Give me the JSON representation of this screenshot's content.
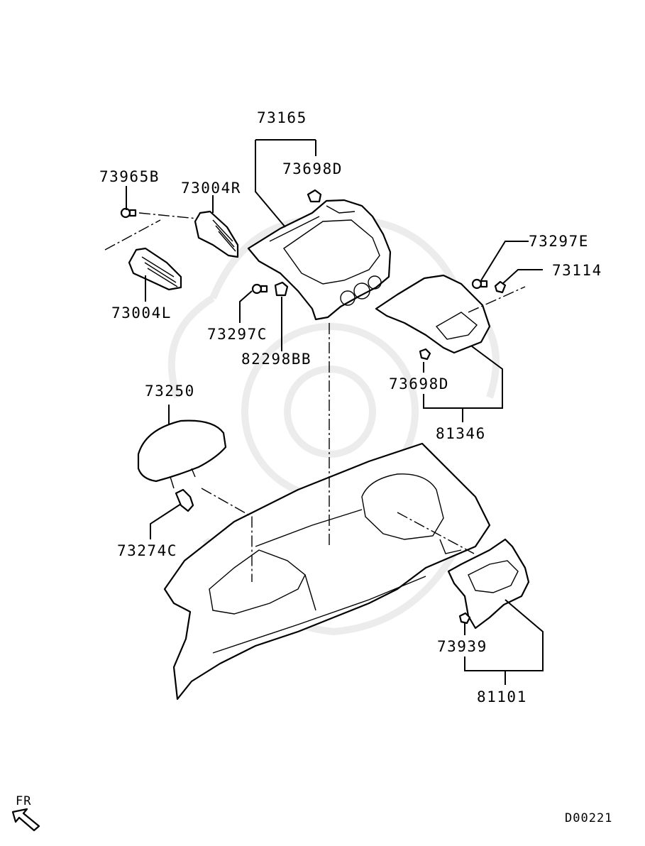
{
  "diagram": {
    "labels": {
      "p73165": "73165",
      "p73698D_top": "73698D",
      "p73965B": "73965B",
      "p73004R": "73004R",
      "p73004L": "73004L",
      "p73297C": "73297C",
      "p82298BB": "82298BB",
      "p73297E": "73297E",
      "p73114": "73114",
      "p73698D_mid": "73698D",
      "p81346": "81346",
      "p73250": "73250",
      "p73274C": "73274C",
      "p73939": "73939",
      "p81101": "81101"
    },
    "direction_label": "FR",
    "diagram_code": "D00221"
  }
}
